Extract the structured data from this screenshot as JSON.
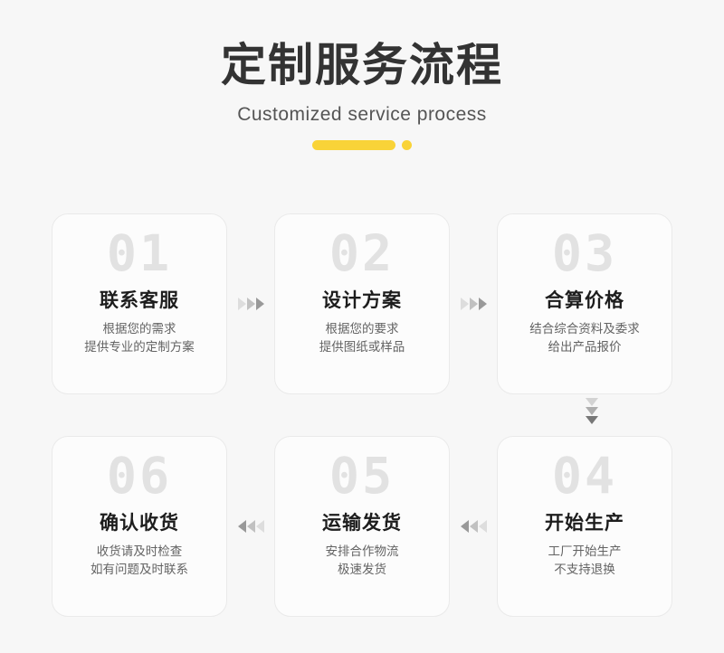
{
  "header": {
    "title": "定制服务流程",
    "subtitle": "Customized service process",
    "accent_color": "#f9d338"
  },
  "flow": {
    "top_row": [
      {
        "number": "01",
        "title": "联系客服",
        "desc_line1": "根据您的需求",
        "desc_line2": "提供专业的定制方案"
      },
      {
        "number": "02",
        "title": "设计方案",
        "desc_line1": "根据您的要求",
        "desc_line2": "提供图纸或样品"
      },
      {
        "number": "03",
        "title": "合算价格",
        "desc_line1": "结合综合资料及委求",
        "desc_line2": "给出产品报价"
      }
    ],
    "bottom_row": [
      {
        "number": "06",
        "title": "确认收货",
        "desc_line1": "收货请及时检查",
        "desc_line2": "如有问题及时联系"
      },
      {
        "number": "05",
        "title": "运输发货",
        "desc_line1": "安排合作物流",
        "desc_line2": "极速发货"
      },
      {
        "number": "04",
        "title": "开始生产",
        "desc_line1": "工厂开始生产",
        "desc_line2": "不支持退换"
      }
    ],
    "arrow_right_icon": "arrow-right-triple-icon",
    "arrow_left_icon": "arrow-left-triple-icon",
    "arrow_down_icon": "arrow-down-triple-icon"
  },
  "colors": {
    "background": "#f7f7f7",
    "card_background": "#fcfcfc",
    "card_border": "#eaeaea",
    "number": "#e2e2e2",
    "title_text": "#1d1d1d",
    "desc_text": "#636363",
    "heading_text": "#333333"
  }
}
